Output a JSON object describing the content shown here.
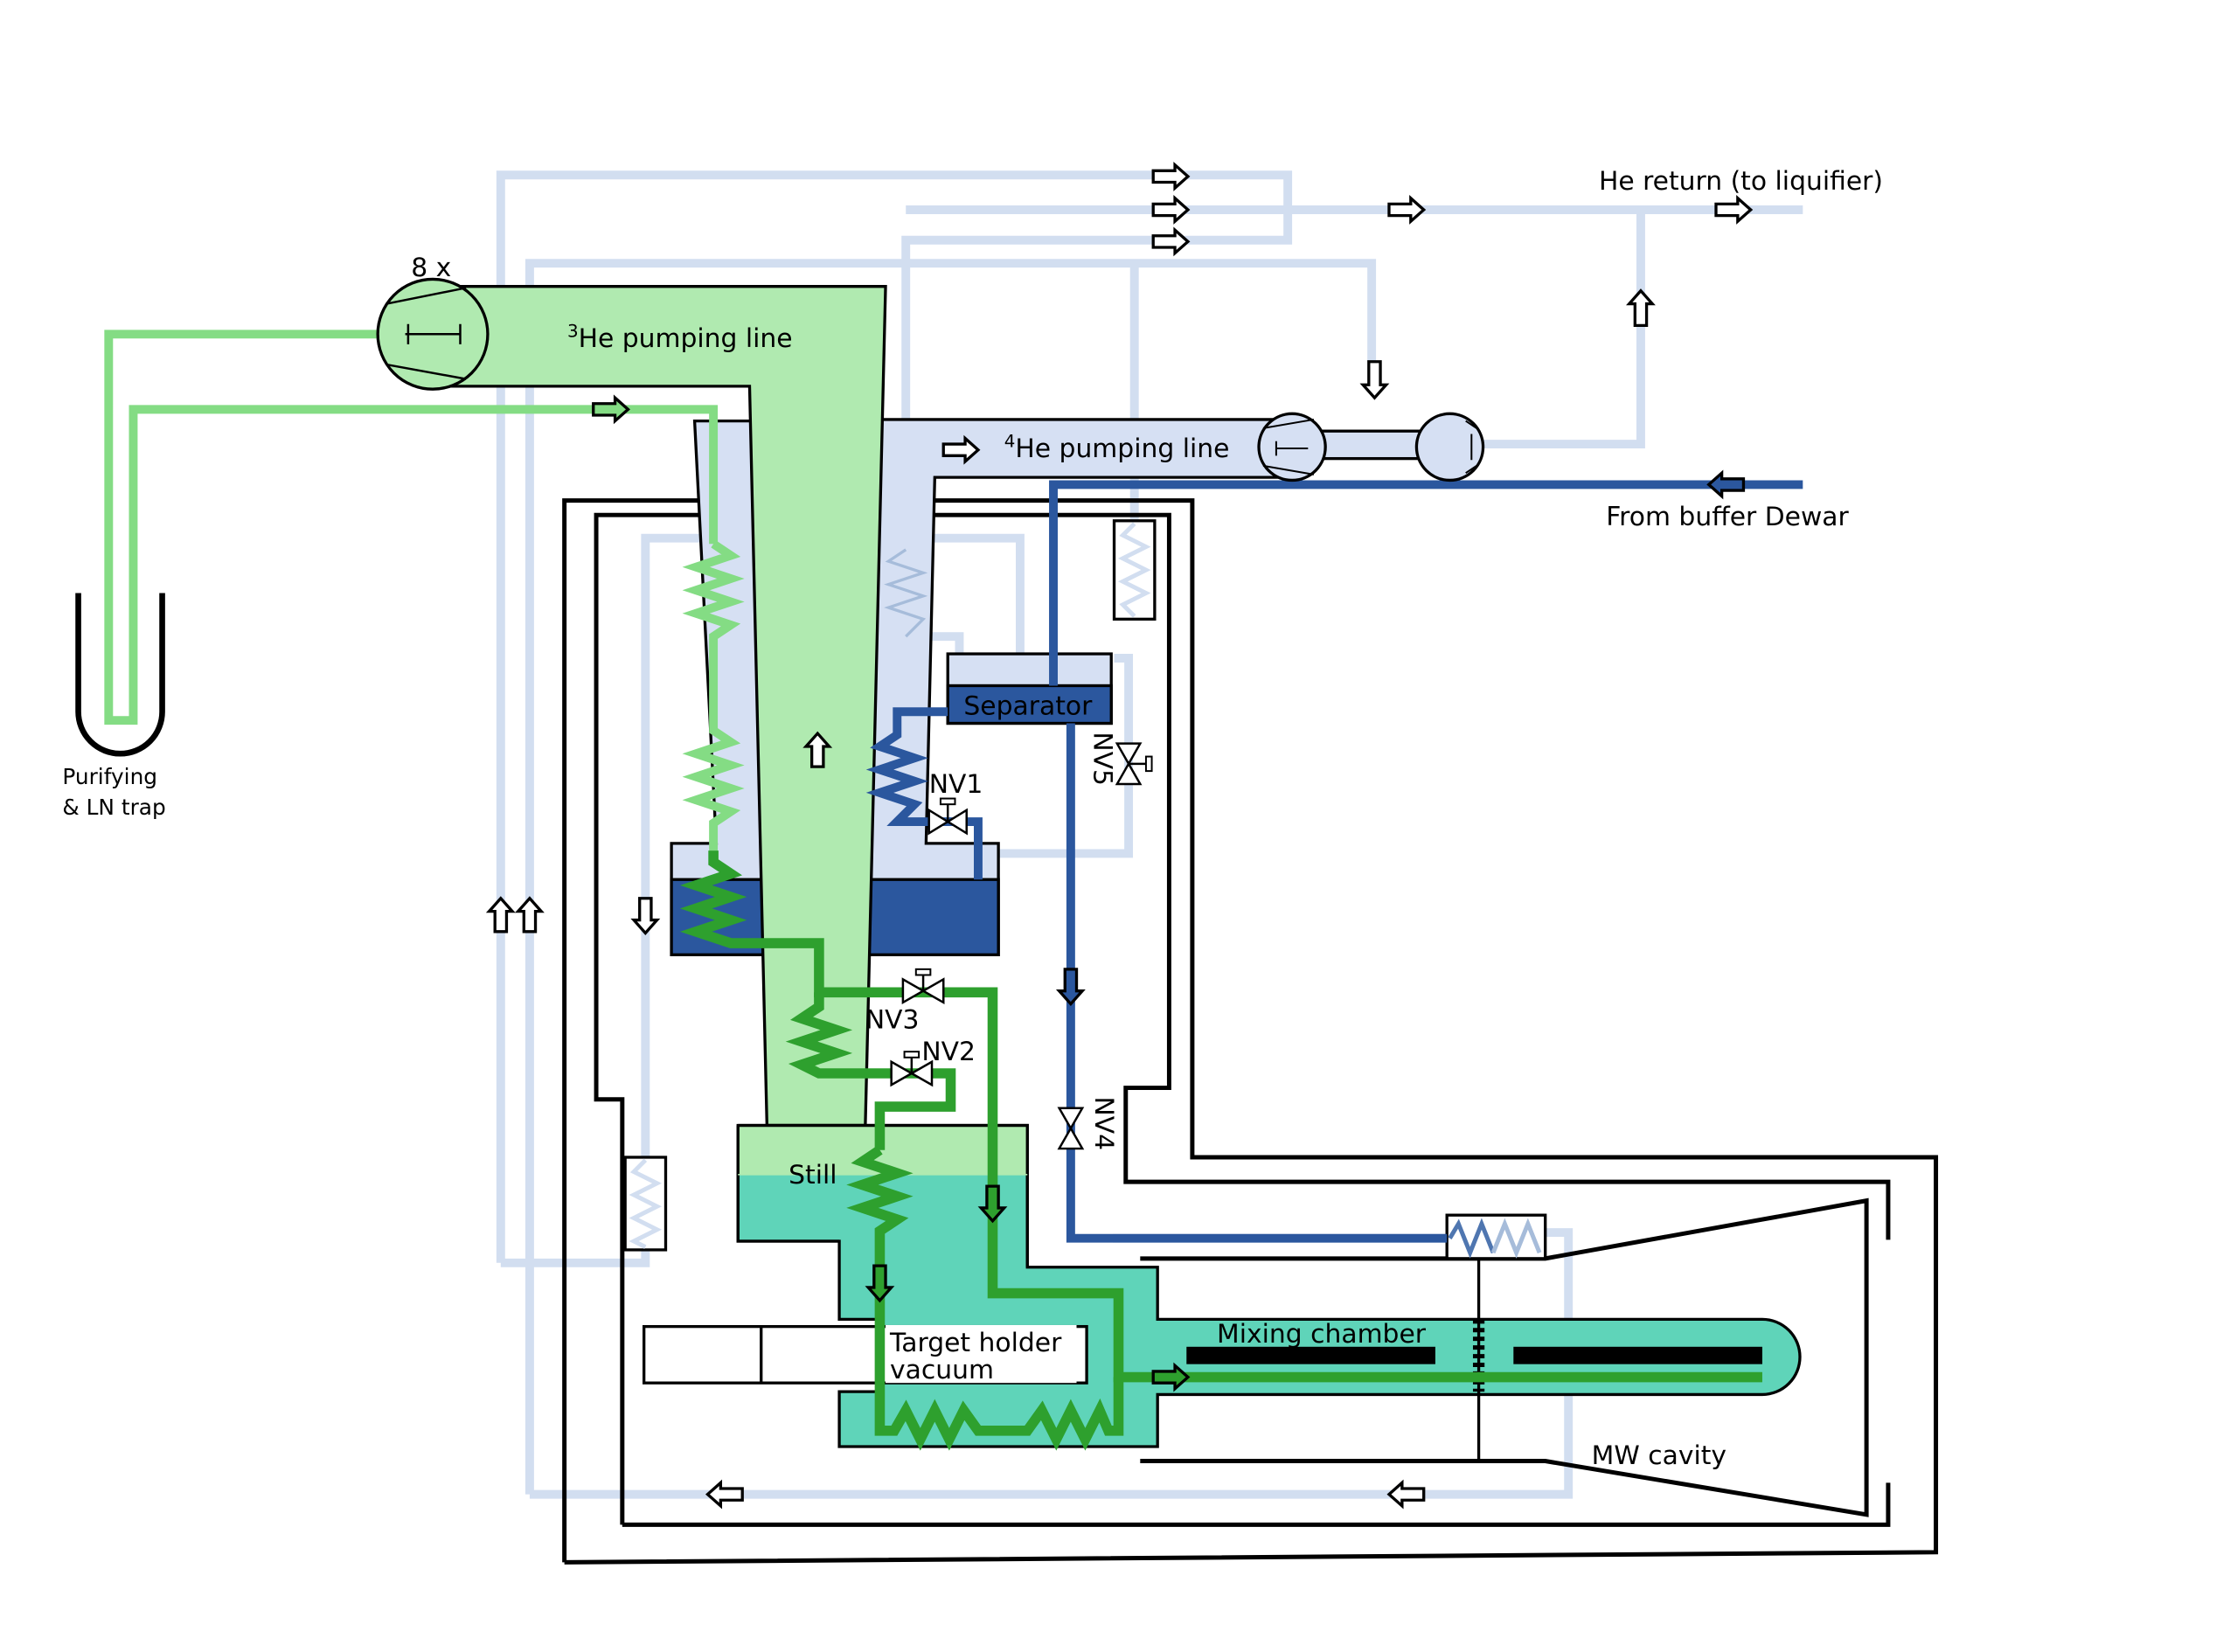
{
  "labels": {
    "pump_count": "8 x",
    "he3_line_super": "3",
    "he3_line": "He pumping line",
    "he4_line_super": "4",
    "he4_line": "He pumping line",
    "he_return": "He return (to liquifier)",
    "buffer_dewar": "From buffer Dewar",
    "trap_line1": "Purifying",
    "trap_line2": "& LN trap",
    "separator": "Separator",
    "nv1": "NV1",
    "nv2": "NV2",
    "nv3": "NV3",
    "nv4": "NV4",
    "nv5": "NV5",
    "still": "Still",
    "mixing_chamber": "Mixing chamber",
    "target_line1": "Target holder",
    "target_line2": "vacuum",
    "mw_cavity": "MW cavity"
  },
  "colors": {
    "he3_light": "#84dc84",
    "he3_dark": "#2ea02e",
    "he3_fill": "#b0eab0",
    "he4_light": "#d2def0",
    "he4_fill": "#d6e0f3",
    "he4_dark": "#2b579e",
    "mixture": "#5fd4b9",
    "outline": "#000000"
  },
  "icons": [
    "pump-icon",
    "valve-icon",
    "flow-arrow-icon",
    "heat-exchanger-icon",
    "ln-trap-icon"
  ]
}
